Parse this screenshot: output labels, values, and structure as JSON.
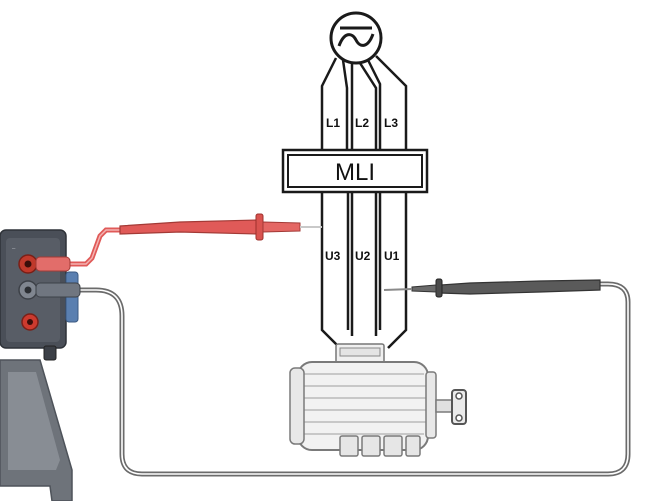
{
  "source": {
    "symbol": "~",
    "lines": [
      "L1",
      "L2",
      "L3"
    ]
  },
  "converter": {
    "label": "MLI"
  },
  "motor_leads": [
    "U3",
    "U2",
    "U1"
  ],
  "probes": {
    "red_color": "#e05a58",
    "black_color": "#5a5a5a"
  },
  "colors": {
    "wire": "#1a1a1a",
    "motor_body": "#f2f2f2",
    "tester_body": "#4a4f58"
  }
}
